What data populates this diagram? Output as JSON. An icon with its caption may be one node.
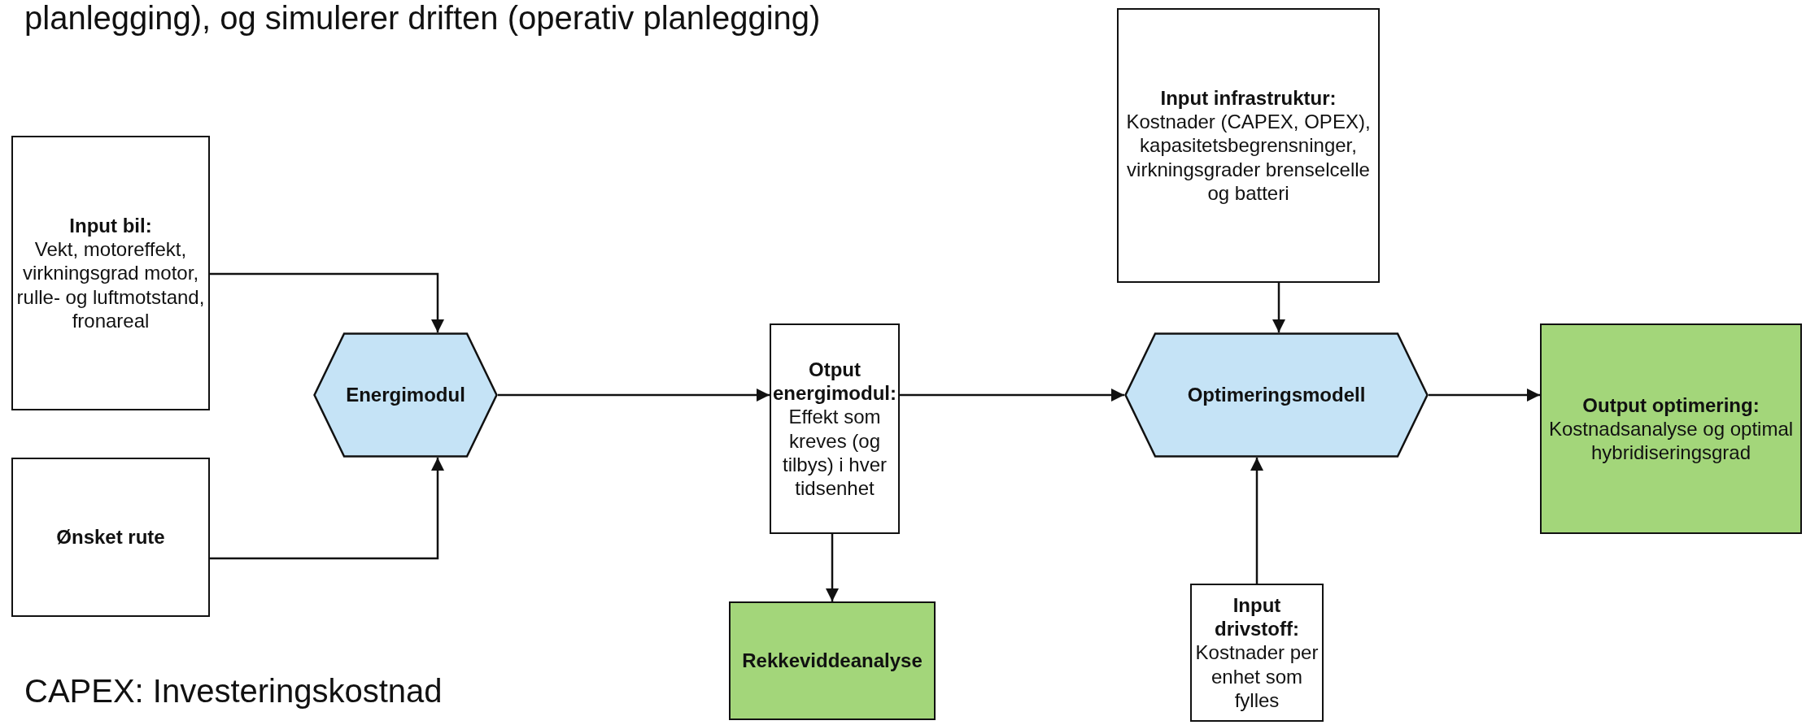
{
  "diagram": {
    "nodes": [
      {
        "text": [
          "Input bil:",
          "Vekt, motoreffekt, virkningsgrad motor, rulle- og luftmotstand, fronareal"
        ]
      },
      {
        "text": [
          "Ønsket rute"
        ]
      },
      {
        "text": [
          "Energimodul"
        ]
      },
      {
        "text": [
          "Otput energimodul:",
          "Effekt som kreves (og tilbys) i hver tidsenhet"
        ]
      },
      {
        "text": [
          "Rekkeviddeanalyse"
        ]
      },
      {
        "text": [
          "Input infrastruktur:",
          "Kostnader (CAPEX, OPEX), kapasitetsbegrensninger, virkningsgrader brenselcelle og batteri"
        ]
      },
      {
        "text": [
          "Optimeringsmodell"
        ]
      },
      {
        "text": [
          "Input drivstoff:",
          "Kostnader per enhet som fylles"
        ]
      },
      {
        "text": [
          "Output optimering:",
          "Kostnadsanalyse og optimal hybridiseringsgrad"
        ]
      }
    ],
    "edges": [
      {
        "from": 0,
        "to": 2,
        "arrow": "to"
      },
      {
        "from": 1,
        "to": 2,
        "arrow": "to"
      },
      {
        "from": 2,
        "to": 3,
        "arrow": "to"
      },
      {
        "from": 3,
        "to": 4,
        "arrow": "to"
      },
      {
        "from": 3,
        "to": 6,
        "arrow": "to"
      },
      {
        "from": 5,
        "to": 6,
        "arrow": "to"
      },
      {
        "from": 7,
        "to": 6,
        "arrow": "to"
      },
      {
        "from": 6,
        "to": 8,
        "arrow": "to"
      }
    ],
    "labels": [
      "planlegging), og simulerer driften (operativ planlegging)",
      "CAPEX: Investeringskostnad"
    ]
  }
}
